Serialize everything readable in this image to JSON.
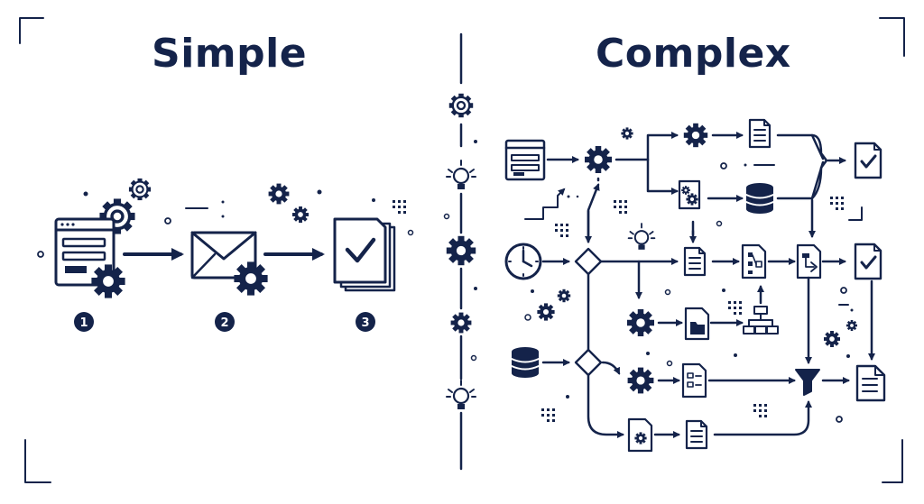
{
  "colors": {
    "ink": "#14234a",
    "paper": "#ffffff"
  },
  "left_panel": {
    "title": "Simple",
    "steps": [
      {
        "number": "1",
        "icon": "browser-window-gear-icon"
      },
      {
        "number": "2",
        "icon": "envelope-gear-icon"
      },
      {
        "number": "3",
        "icon": "checked-documents-icon"
      }
    ]
  },
  "right_panel": {
    "title": "Complex"
  },
  "divider_icons": [
    "gear-icon",
    "lightbulb-icon",
    "gear-icon",
    "gear-icon",
    "lightbulb-icon"
  ]
}
